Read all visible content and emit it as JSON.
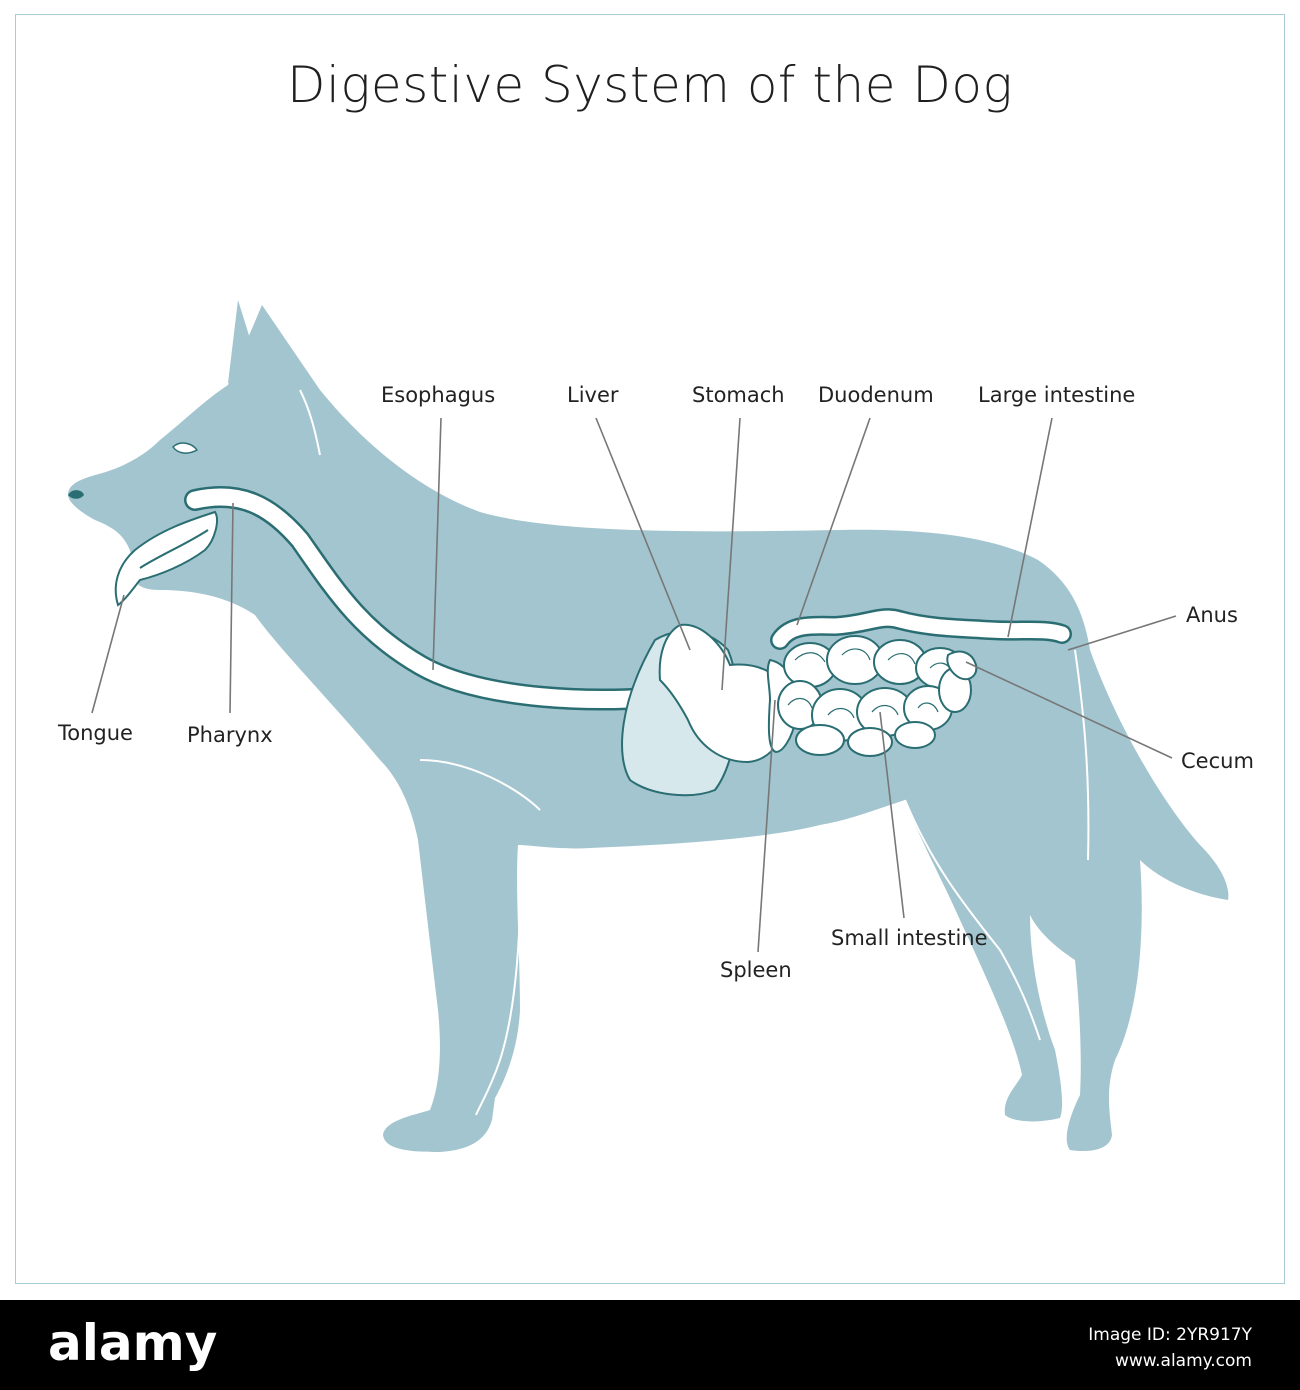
{
  "title": "Digestive System of the Dog",
  "labels": {
    "esophagus": "Esophagus",
    "liver": "Liver",
    "stomach": "Stomach",
    "duodenum": "Duodenum",
    "large_intestine": "Large intestine",
    "anus": "Anus",
    "cecum": "Cecum",
    "small_intestine": "Small intestine",
    "spleen": "Spleen",
    "tongue": "Tongue",
    "pharynx": "Pharynx"
  },
  "footer": {
    "brand": "alamy",
    "image_id": "Image ID: 2YR917Y",
    "site": "www.alamy.com"
  },
  "colors": {
    "body": "#a3c5cf",
    "organ_fill": "#ffffff",
    "organ_stroke": "#2a6e73",
    "liver_fill": "#d6e8ec",
    "leader": "#777777",
    "frame": "#a9ccd6"
  }
}
